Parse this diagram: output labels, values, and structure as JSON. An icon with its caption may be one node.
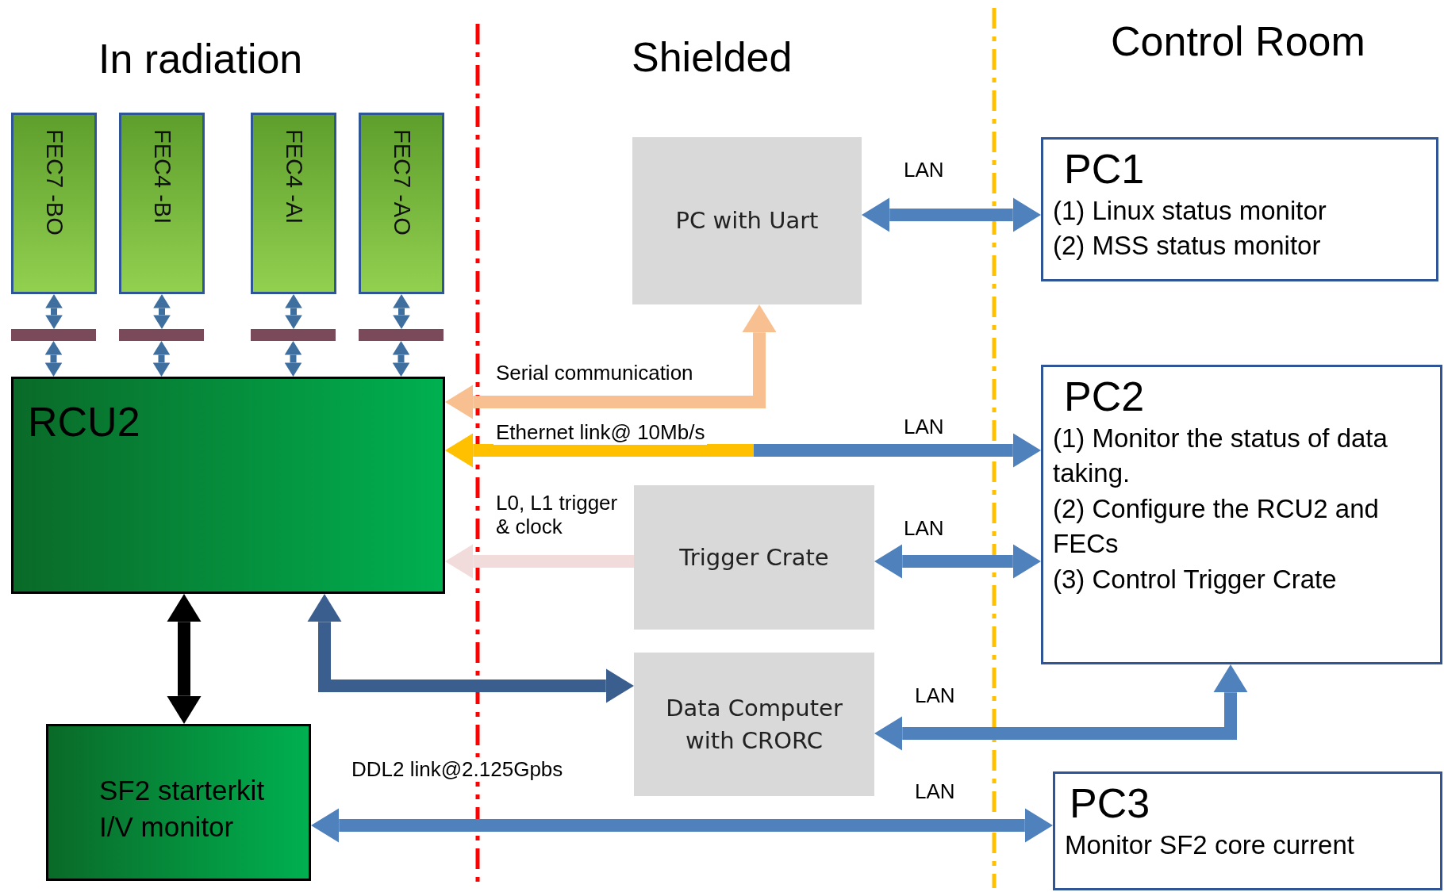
{
  "diagram": {
    "nodes": [
      {
        "text": [
          "FEC7 -BO"
        ]
      },
      {
        "text": [
          "FEC4 -BI"
        ]
      },
      {
        "text": [
          "FEC4 -AI"
        ]
      },
      {
        "text": [
          "FEC7 -AO"
        ]
      },
      {
        "text": [],
        "shape": "bar"
      },
      {
        "text": [],
        "shape": "bar"
      },
      {
        "text": [],
        "shape": "bar"
      },
      {
        "text": [],
        "shape": "bar"
      },
      {
        "text": [
          "RCU2"
        ]
      },
      {
        "text": [
          "SF2 starterkit I/V monitor"
        ]
      },
      {
        "text": [
          "PC with Uart"
        ]
      },
      {
        "text": [
          "Trigger Crate"
        ]
      },
      {
        "text": [
          "Data Computer with CRORC"
        ]
      },
      {
        "text": [
          "PC1",
          "(1) Linux status monitor",
          "(2) MSS status monitor"
        ]
      },
      {
        "text": [
          "PC2",
          "(1) Monitor the status of data taking.",
          "(2) Configure the RCU2 and FECs",
          "(3) Control Trigger Crate"
        ]
      },
      {
        "text": [
          "PC3",
          "Monitor SF2 core current"
        ]
      }
    ],
    "edges": [
      {
        "from": 0,
        "to": 4,
        "arrow": "both"
      },
      {
        "from": 4,
        "to": 8,
        "arrow": "both"
      },
      {
        "from": 1,
        "to": 5,
        "arrow": "both"
      },
      {
        "from": 5,
        "to": 8,
        "arrow": "both"
      },
      {
        "from": 2,
        "to": 6,
        "arrow": "both"
      },
      {
        "from": 6,
        "to": 8,
        "arrow": "both"
      },
      {
        "from": 3,
        "to": 7,
        "arrow": "both"
      },
      {
        "from": 7,
        "to": 8,
        "arrow": "both"
      },
      {
        "from": 10,
        "to": 8,
        "arrow": "both",
        "label": "Serial communication",
        "style": "thick",
        "color": "#f8c090"
      },
      {
        "from": 8,
        "to": 14,
        "arrow": "both",
        "label": "Ethernet link@ 10Mb/s",
        "style": "thick",
        "color": "#ffc000"
      },
      {
        "from": 10,
        "to": 13,
        "arrow": "both",
        "label": "LAN",
        "style": "thick",
        "color": "#4f81bd"
      },
      {
        "from": 11,
        "to": 8,
        "arrow": "to",
        "label": "L0, L1 trigger & clock",
        "style": "thick",
        "color": "#f2dcdb"
      },
      {
        "from": 11,
        "to": 14,
        "arrow": "both",
        "label": "LAN",
        "style": "thick",
        "color": "#4f81bd"
      },
      {
        "from": 8,
        "to": 12,
        "arrow": "both",
        "style": "thick",
        "color": "#3a5f8f"
      },
      {
        "from": 12,
        "to": 14,
        "arrow": "both",
        "label": "LAN",
        "style": "thick",
        "color": "#4f81bd"
      },
      {
        "from": 8,
        "to": 9,
        "arrow": "both",
        "style": "thick",
        "color": "#000000"
      },
      {
        "from": 9,
        "to": 15,
        "arrow": "both",
        "label": "LAN",
        "style": "thick",
        "color": "#4f81bd"
      }
    ],
    "labels": [
      "In radiation",
      "Shielded",
      "Control Room",
      "LAN",
      "DDL2 link@2.125Gpbs"
    ]
  }
}
